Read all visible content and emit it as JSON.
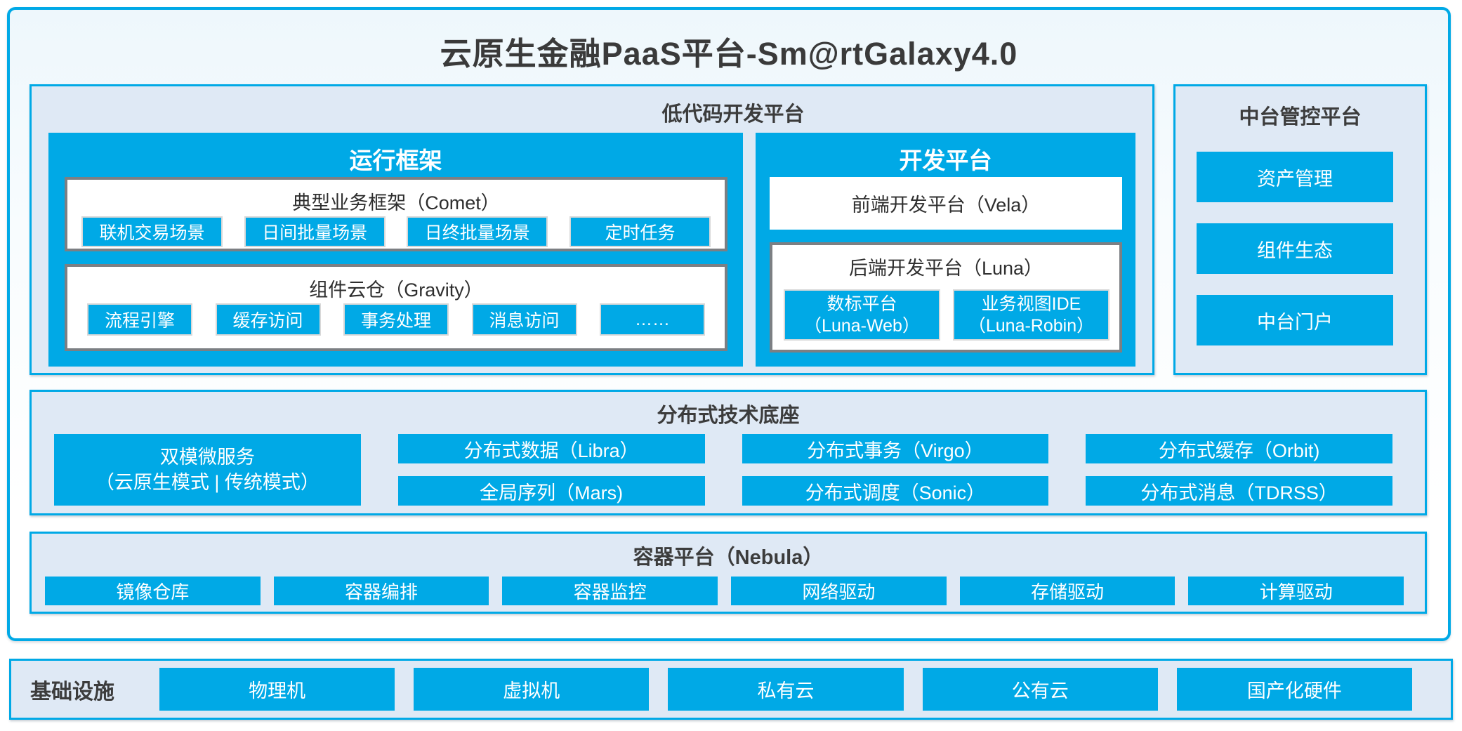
{
  "title": "云原生金融PaaS平台-Sm@rtGalaxy4.0",
  "colors": {
    "accent_cyan": "#00a9e6",
    "panel_background": "#dfe9f5",
    "gray_box_border": "#7c7f83",
    "dark_text": "#3c3c3c",
    "white_text": "#ffffff"
  },
  "lowcode": {
    "title": "低代码开发平台",
    "runtime": {
      "title": "运行框架",
      "comet": {
        "title": "典型业务框架（Comet）",
        "items": [
          "联机交易场景",
          "日间批量场景",
          "日终批量场景",
          "定时任务"
        ]
      },
      "gravity": {
        "title": "组件云仓（Gravity）",
        "items": [
          "流程引擎",
          "缓存访问",
          "事务处理",
          "消息访问",
          "……"
        ]
      }
    },
    "dev": {
      "title": "开发平台",
      "vela": "前端开发平台（Vela）",
      "luna": {
        "title": "后端开发平台（Luna）",
        "items": [
          {
            "line1": "数标平台",
            "line2": "（Luna-Web）"
          },
          {
            "line1": "业务视图IDE",
            "line2": "（Luna-Robin）"
          }
        ]
      }
    }
  },
  "midplatform": {
    "title": "中台管控平台",
    "items": [
      "资产管理",
      "组件生态",
      "中台门户"
    ]
  },
  "distributed": {
    "title": "分布式技术底座",
    "dual_mode": {
      "line1": "双模微服务",
      "line2": "（云原生模式 | 传统模式）"
    },
    "col2": [
      "分布式数据（Libra）",
      "全局序列（Mars)"
    ],
    "col3": [
      "分布式事务（Virgo）",
      "分布式调度（Sonic）"
    ],
    "col4": [
      "分布式缓存（Orbit)",
      "分布式消息（TDRSS）"
    ]
  },
  "container_platform": {
    "title": "容器平台（Nebula）",
    "items": [
      "镜像仓库",
      "容器编排",
      "容器监控",
      "网络驱动",
      "存储驱动",
      "计算驱动"
    ]
  },
  "infrastructure": {
    "label": "基础设施",
    "items": [
      "物理机",
      "虚拟机",
      "私有云",
      "公有云",
      "国产化硬件"
    ]
  }
}
